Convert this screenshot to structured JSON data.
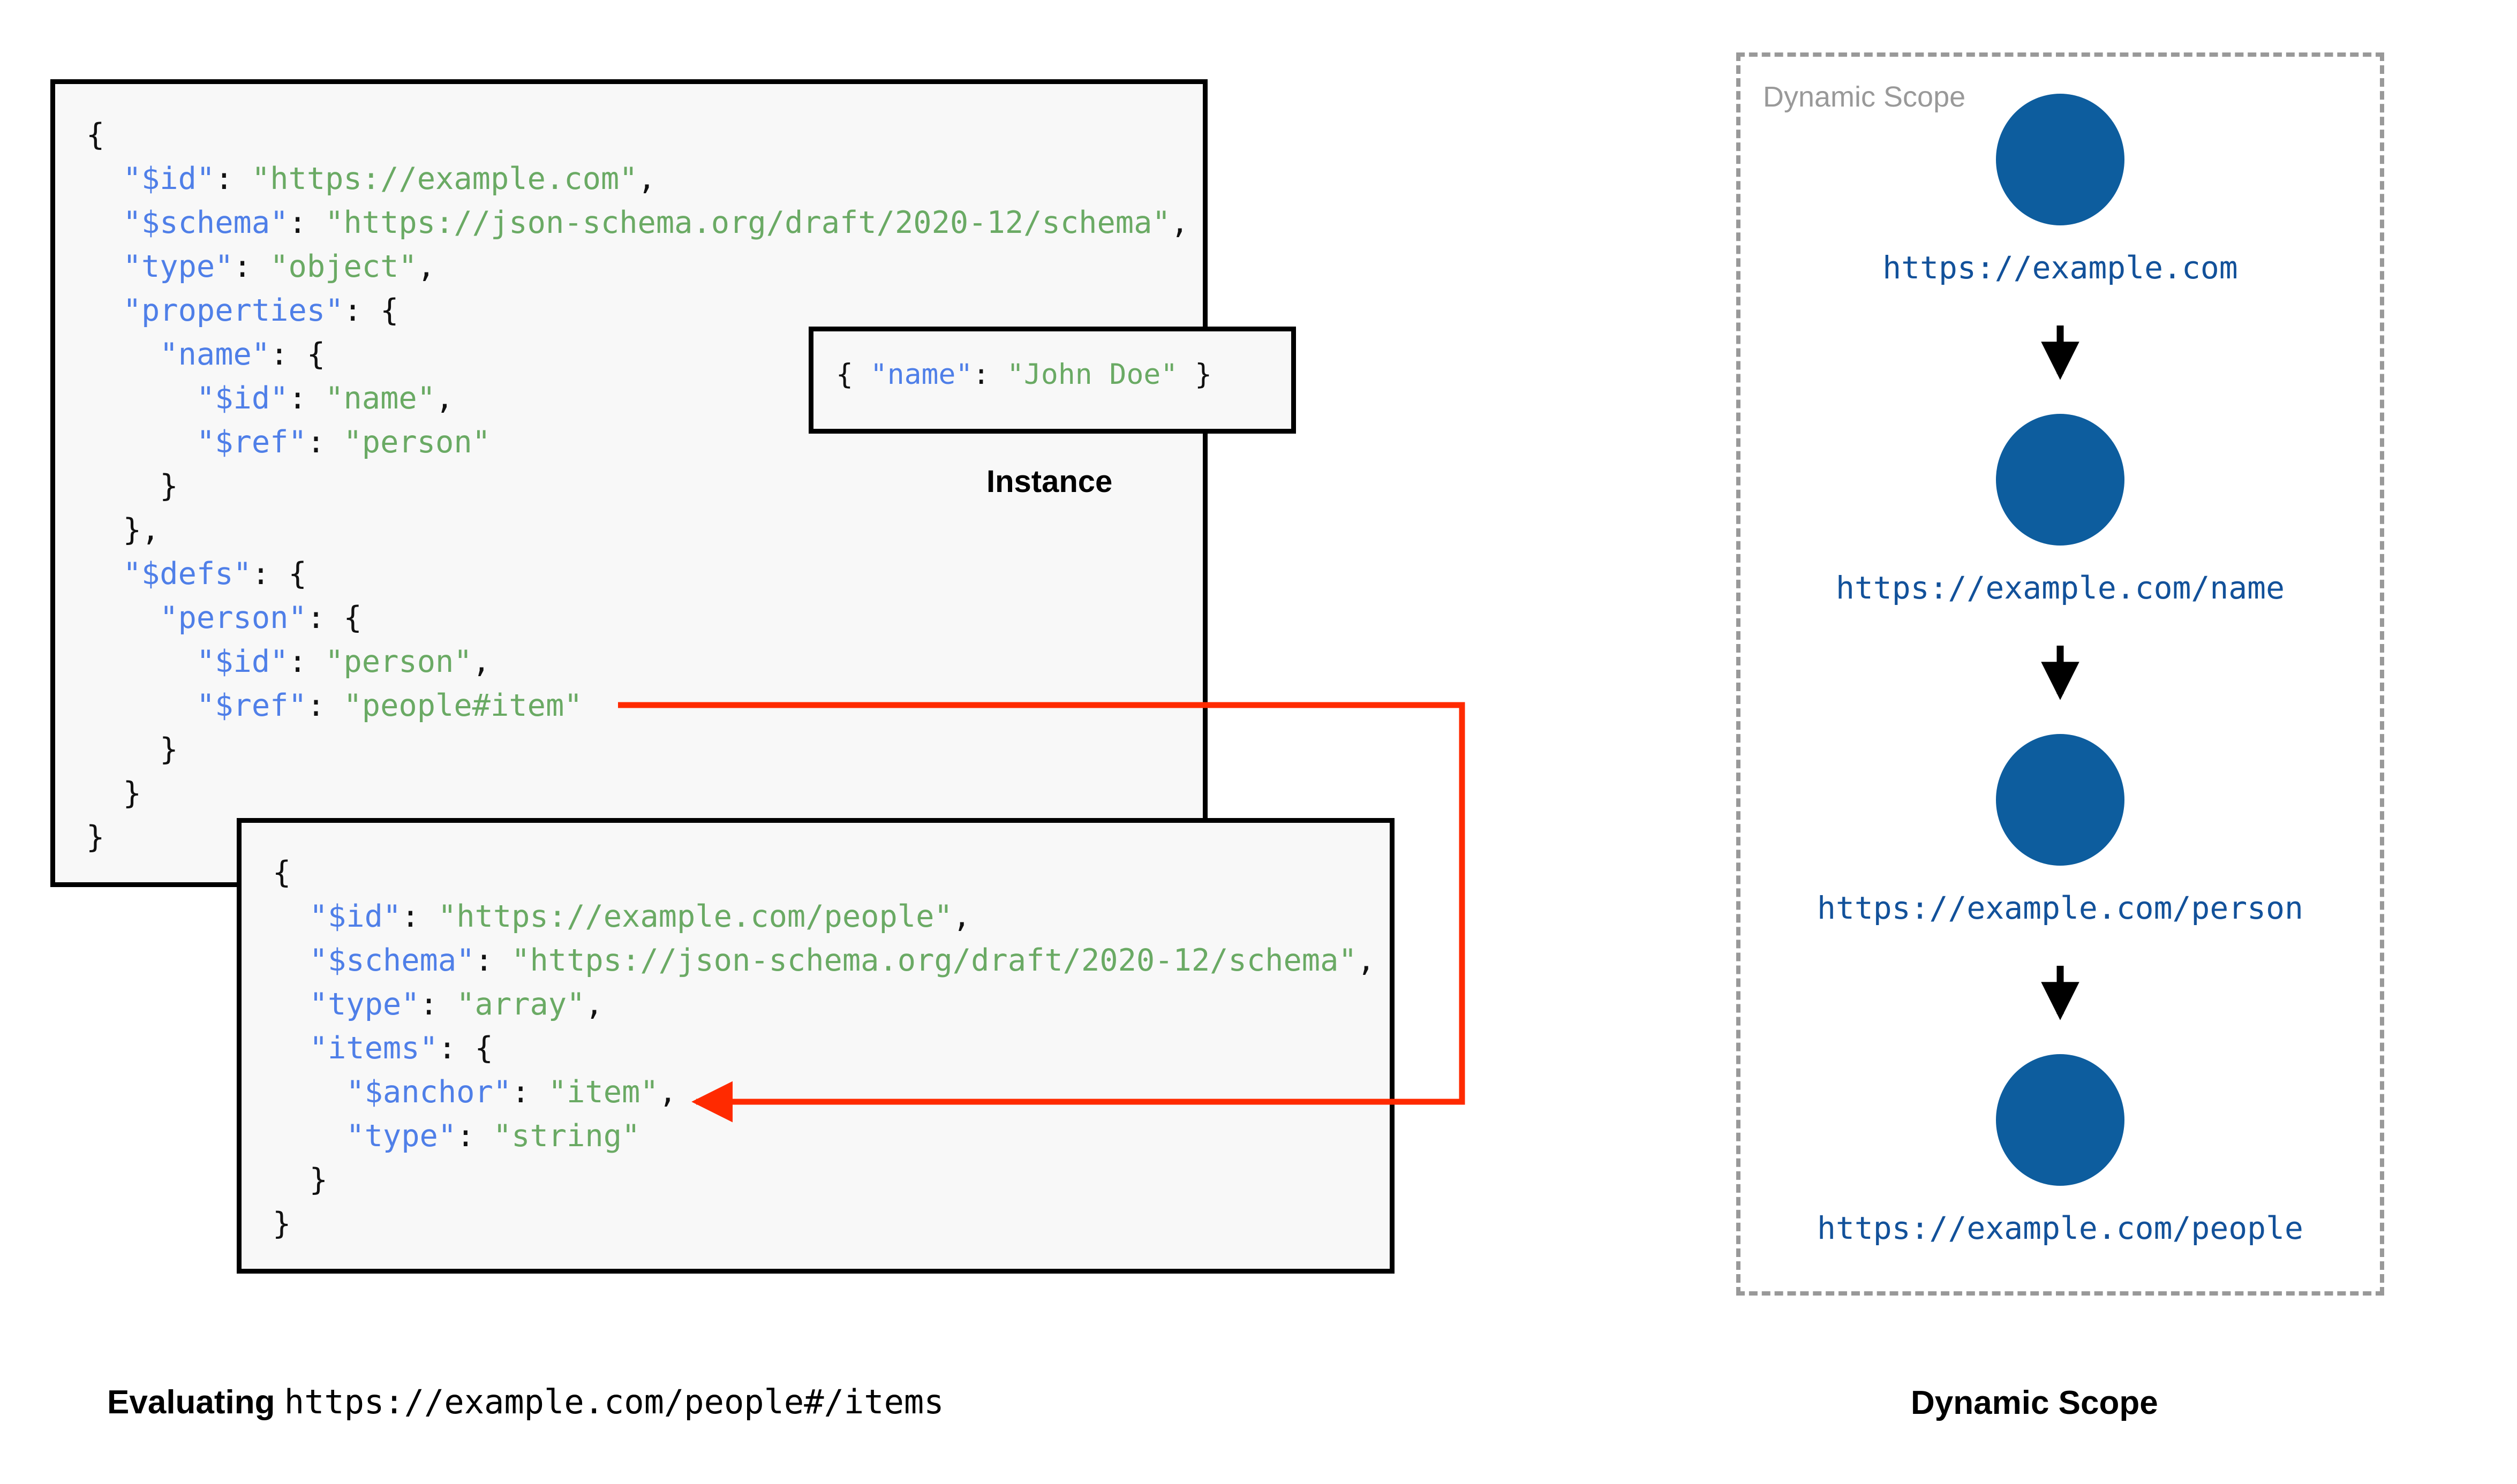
{
  "diagram": {
    "title": "JSON Schema dynamic scope evaluation",
    "colors": {
      "key": "#4f7fe8",
      "string": "#6aaa64",
      "node": "#0d5d9e",
      "node_label": "#12519a",
      "arrow_red": "#ff2a00",
      "scope_border": "#999999",
      "box_bg": "#f8f8f8",
      "box_border": "#000000"
    }
  },
  "schema_box": {
    "name": "root-schema",
    "lines": [
      {
        "indent": 0,
        "parts": [
          {
            "t": "{",
            "c": "p"
          }
        ]
      },
      {
        "indent": 1,
        "parts": [
          {
            "t": "\"$id\"",
            "c": "k"
          },
          {
            "t": ": ",
            "c": "p"
          },
          {
            "t": "\"https://example.com\"",
            "c": "s"
          },
          {
            "t": ",",
            "c": "p"
          }
        ]
      },
      {
        "indent": 1,
        "parts": [
          {
            "t": "\"$schema\"",
            "c": "k"
          },
          {
            "t": ": ",
            "c": "p"
          },
          {
            "t": "\"https://json-schema.org/draft/2020-12/schema\"",
            "c": "s"
          },
          {
            "t": ",",
            "c": "p"
          }
        ]
      },
      {
        "indent": 1,
        "parts": [
          {
            "t": "\"type\"",
            "c": "k"
          },
          {
            "t": ": ",
            "c": "p"
          },
          {
            "t": "\"object\"",
            "c": "s"
          },
          {
            "t": ",",
            "c": "p"
          }
        ]
      },
      {
        "indent": 1,
        "parts": [
          {
            "t": "\"properties\"",
            "c": "k"
          },
          {
            "t": ": {",
            "c": "p"
          }
        ]
      },
      {
        "indent": 2,
        "parts": [
          {
            "t": "\"name\"",
            "c": "k"
          },
          {
            "t": ": {",
            "c": "p"
          }
        ]
      },
      {
        "indent": 3,
        "parts": [
          {
            "t": "\"$id\"",
            "c": "k"
          },
          {
            "t": ": ",
            "c": "p"
          },
          {
            "t": "\"name\"",
            "c": "s"
          },
          {
            "t": ",",
            "c": "p"
          }
        ]
      },
      {
        "indent": 3,
        "parts": [
          {
            "t": "\"$ref\"",
            "c": "k"
          },
          {
            "t": ": ",
            "c": "p"
          },
          {
            "t": "\"person\"",
            "c": "s"
          }
        ]
      },
      {
        "indent": 2,
        "parts": [
          {
            "t": "}",
            "c": "p"
          }
        ]
      },
      {
        "indent": 1,
        "parts": [
          {
            "t": "},",
            "c": "p"
          }
        ]
      },
      {
        "indent": 1,
        "parts": [
          {
            "t": "\"$defs\"",
            "c": "k"
          },
          {
            "t": ": {",
            "c": "p"
          }
        ]
      },
      {
        "indent": 2,
        "parts": [
          {
            "t": "\"person\"",
            "c": "k"
          },
          {
            "t": ": {",
            "c": "p"
          }
        ]
      },
      {
        "indent": 3,
        "parts": [
          {
            "t": "\"$id\"",
            "c": "k"
          },
          {
            "t": ": ",
            "c": "p"
          },
          {
            "t": "\"person\"",
            "c": "s"
          },
          {
            "t": ",",
            "c": "p"
          }
        ]
      },
      {
        "indent": 3,
        "parts": [
          {
            "t": "\"$ref\"",
            "c": "k"
          },
          {
            "t": ": ",
            "c": "p"
          },
          {
            "t": "\"people#item\"",
            "c": "s"
          }
        ]
      },
      {
        "indent": 2,
        "parts": [
          {
            "t": "}",
            "c": "p"
          }
        ]
      },
      {
        "indent": 1,
        "parts": [
          {
            "t": "}",
            "c": "p"
          }
        ]
      },
      {
        "indent": 0,
        "parts": [
          {
            "t": "}",
            "c": "p"
          }
        ]
      }
    ]
  },
  "instance_box": {
    "name": "instance",
    "caption": "Instance",
    "lines": [
      {
        "indent": 0,
        "parts": [
          {
            "t": "{ ",
            "c": "p"
          },
          {
            "t": "\"name\"",
            "c": "k"
          },
          {
            "t": ": ",
            "c": "p"
          },
          {
            "t": "\"John Doe\"",
            "c": "s"
          },
          {
            "t": " }",
            "c": "p"
          }
        ]
      }
    ]
  },
  "people_box": {
    "name": "people-schema",
    "lines": [
      {
        "indent": 0,
        "parts": [
          {
            "t": "{",
            "c": "p"
          }
        ]
      },
      {
        "indent": 1,
        "parts": [
          {
            "t": "\"$id\"",
            "c": "k"
          },
          {
            "t": ": ",
            "c": "p"
          },
          {
            "t": "\"https://example.com/people\"",
            "c": "s"
          },
          {
            "t": ",",
            "c": "p"
          }
        ]
      },
      {
        "indent": 1,
        "parts": [
          {
            "t": "\"$schema\"",
            "c": "k"
          },
          {
            "t": ": ",
            "c": "p"
          },
          {
            "t": "\"https://json-schema.org/draft/2020-12/schema\"",
            "c": "s"
          },
          {
            "t": ",",
            "c": "p"
          }
        ]
      },
      {
        "indent": 1,
        "parts": [
          {
            "t": "\"type\"",
            "c": "k"
          },
          {
            "t": ": ",
            "c": "p"
          },
          {
            "t": "\"array\"",
            "c": "s"
          },
          {
            "t": ",",
            "c": "p"
          }
        ]
      },
      {
        "indent": 1,
        "parts": [
          {
            "t": "\"items\"",
            "c": "k"
          },
          {
            "t": ": {",
            "c": "p"
          }
        ]
      },
      {
        "indent": 2,
        "parts": [
          {
            "t": "\"$anchor\"",
            "c": "k"
          },
          {
            "t": ": ",
            "c": "p"
          },
          {
            "t": "\"item\"",
            "c": "s"
          },
          {
            "t": ",",
            "c": "p"
          }
        ]
      },
      {
        "indent": 2,
        "parts": [
          {
            "t": "\"type\"",
            "c": "k"
          },
          {
            "t": ": ",
            "c": "p"
          },
          {
            "t": "\"string\"",
            "c": "s"
          }
        ]
      },
      {
        "indent": 1,
        "parts": [
          {
            "t": "}",
            "c": "p"
          }
        ]
      },
      {
        "indent": 0,
        "parts": [
          {
            "t": "}",
            "c": "p"
          }
        ]
      }
    ]
  },
  "captions": {
    "evaluating_prefix": "Evaluating",
    "evaluating_uri": "https://example.com/people#/items",
    "dynamic_scope": "Dynamic Scope"
  },
  "scope_panel": {
    "label": "Dynamic Scope",
    "nodes": [
      {
        "label": "https://example.com"
      },
      {
        "label": "https://example.com/name"
      },
      {
        "label": "https://example.com/person"
      },
      {
        "label": "https://example.com/people"
      }
    ]
  }
}
